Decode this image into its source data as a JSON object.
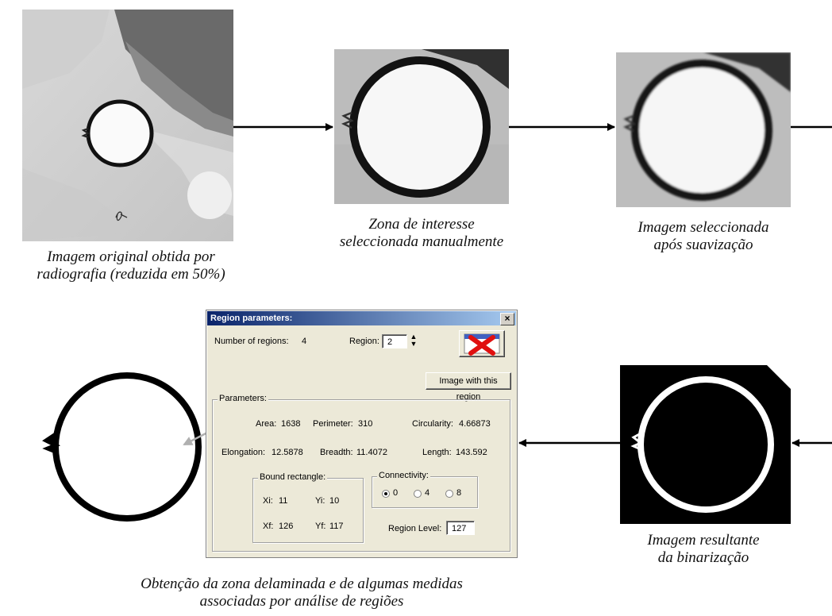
{
  "captions": {
    "original": [
      "Imagem original obtida por",
      "radiografia (reduzida em 50%)"
    ],
    "zone": [
      "Zona de interesse",
      "seleccionada manualmente"
    ],
    "smoothed": [
      "Imagem seleccionada",
      "após suavização"
    ],
    "binarized": [
      "Imagem resultante",
      "da binarização"
    ],
    "regions": [
      "Obtenção da zona delaminada e de algumas medidas",
      "associadas por análise de regiões"
    ]
  },
  "dialog": {
    "title": "Region parameters:",
    "close": "×",
    "num_regions_label": "Number of regions:",
    "num_regions_value": "4",
    "region_label": "Region:",
    "region_value": "2",
    "image_button": "Image with this region",
    "parameters_group": "Parameters:",
    "area_label": "Area:",
    "area_value": "1638",
    "perimeter_label": "Perimeter:",
    "perimeter_value": "310",
    "circularity_label": "Circularity:",
    "circularity_value": "4.66873",
    "elongation_label": "Elongation:",
    "elongation_value": "12.5878",
    "breadth_label": "Breadth:",
    "breadth_value": "11.4072",
    "length_label": "Length:",
    "length_value": "143.592",
    "bound_group": "Bound rectangle:",
    "xi_label": "Xi:",
    "xi_value": "11",
    "yi_label": "Yi:",
    "yi_value": "10",
    "xf_label": "Xf:",
    "xf_value": "126",
    "yf_label": "Yf:",
    "yf_value": "117",
    "connectivity_group": "Connectivity:",
    "conn_options": [
      "0",
      "4",
      "8"
    ],
    "conn_selected": "0",
    "region_level_label": "Region Level:",
    "region_level_value": "127"
  },
  "colors": {
    "arrow": "#000000",
    "pointer_arrow": "#b0b0b0",
    "title_bar": "#0a246a"
  }
}
